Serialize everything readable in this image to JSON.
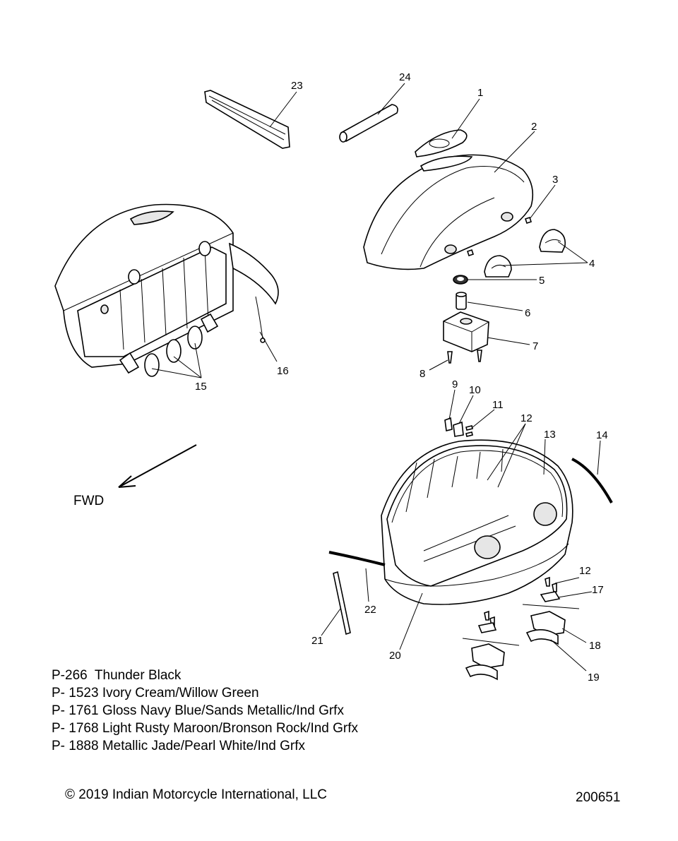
{
  "callouts": [
    "1",
    "2",
    "3",
    "4",
    "5",
    "6",
    "7",
    "8",
    "9",
    "10",
    "11",
    "12",
    "13",
    "14",
    "15",
    "16",
    "17",
    "18",
    "19",
    "20",
    "21",
    "22",
    "23",
    "24",
    "12"
  ],
  "direction_label": "FWD",
  "paint_codes": [
    "P-266  Thunder Black",
    "P- 1523 Ivory Cream/Willow Green",
    "P- 1761 Gloss Navy Blue/Sands Metallic/Ind Grfx",
    "P- 1768 Light Rusty Maroon/Bronson Rock/Ind Grfx",
    "P- 1888 Metallic Jade/Pearl White/Ind Grfx"
  ],
  "copyright": "© 2019 Indian Motorcycle International, LLC",
  "drawing_number": "200651"
}
